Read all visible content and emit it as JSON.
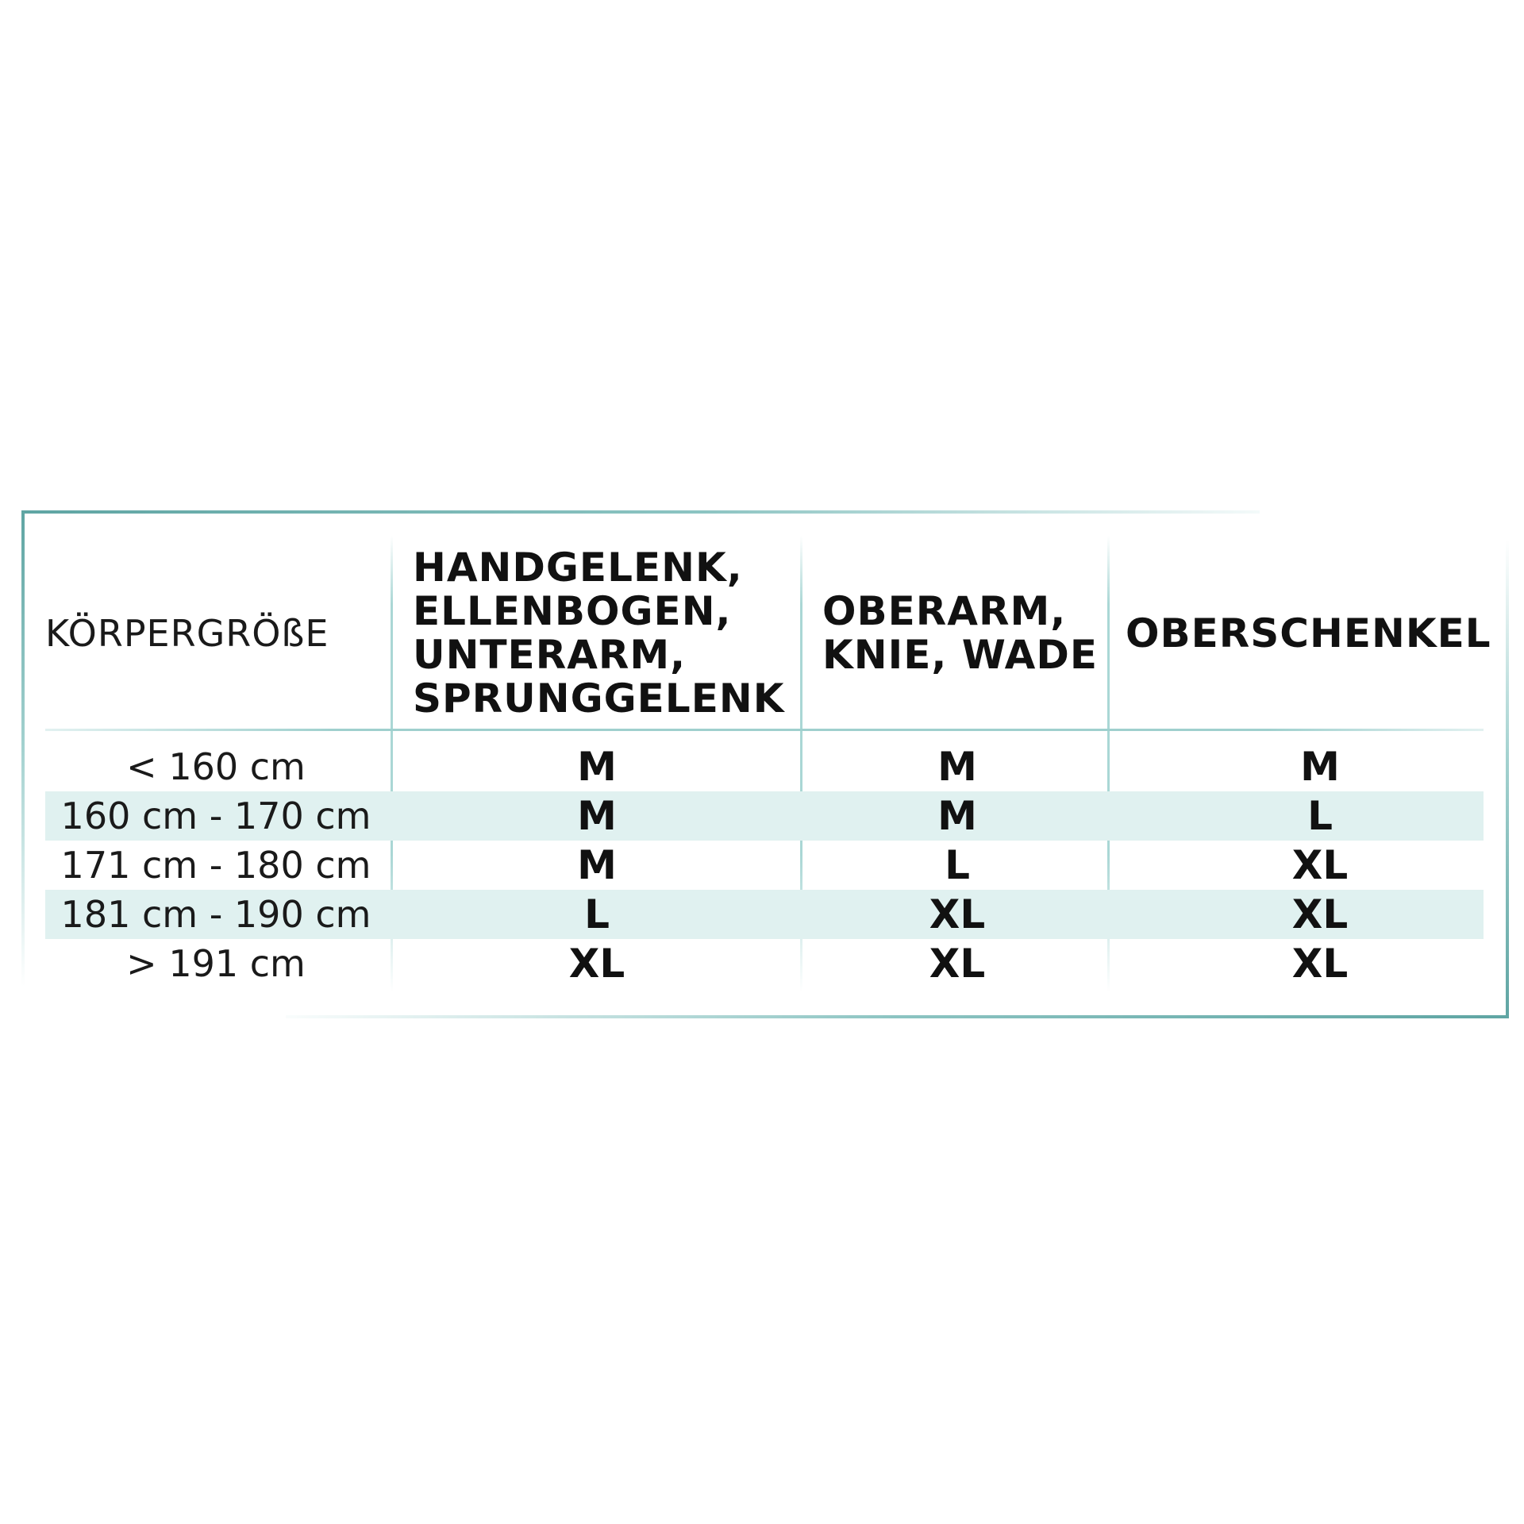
{
  "table": {
    "headers": [
      {
        "lines": [
          "KÖRPERGRÖßE"
        ]
      },
      {
        "lines": [
          "HANDGELENK,",
          "ELLENBOGEN,",
          "UNTERARM,",
          "SPRUNGGELENK"
        ]
      },
      {
        "lines": [
          "OBERARM,",
          "KNIE, WADE"
        ]
      },
      {
        "lines": [
          "OBERSCHENKEL"
        ]
      }
    ],
    "rows": [
      {
        "height": "< 160 cm",
        "values": [
          "M",
          "M",
          "M"
        ],
        "shaded": false
      },
      {
        "height": "160 cm - 170 cm",
        "values": [
          "M",
          "M",
          "L"
        ],
        "shaded": true
      },
      {
        "height": "171 cm - 180 cm",
        "values": [
          "M",
          "L",
          "XL"
        ],
        "shaded": false
      },
      {
        "height": "181 cm - 190 cm",
        "values": [
          "L",
          "XL",
          "XL"
        ],
        "shaded": true
      },
      {
        "height": "> 191 cm",
        "values": [
          "XL",
          "XL",
          "XL"
        ],
        "shaded": false
      }
    ]
  },
  "colors": {
    "frame": "#5fa5a3",
    "divider": "#aad7d5",
    "row_shade": "#e0f1f0",
    "text": "#111111"
  }
}
